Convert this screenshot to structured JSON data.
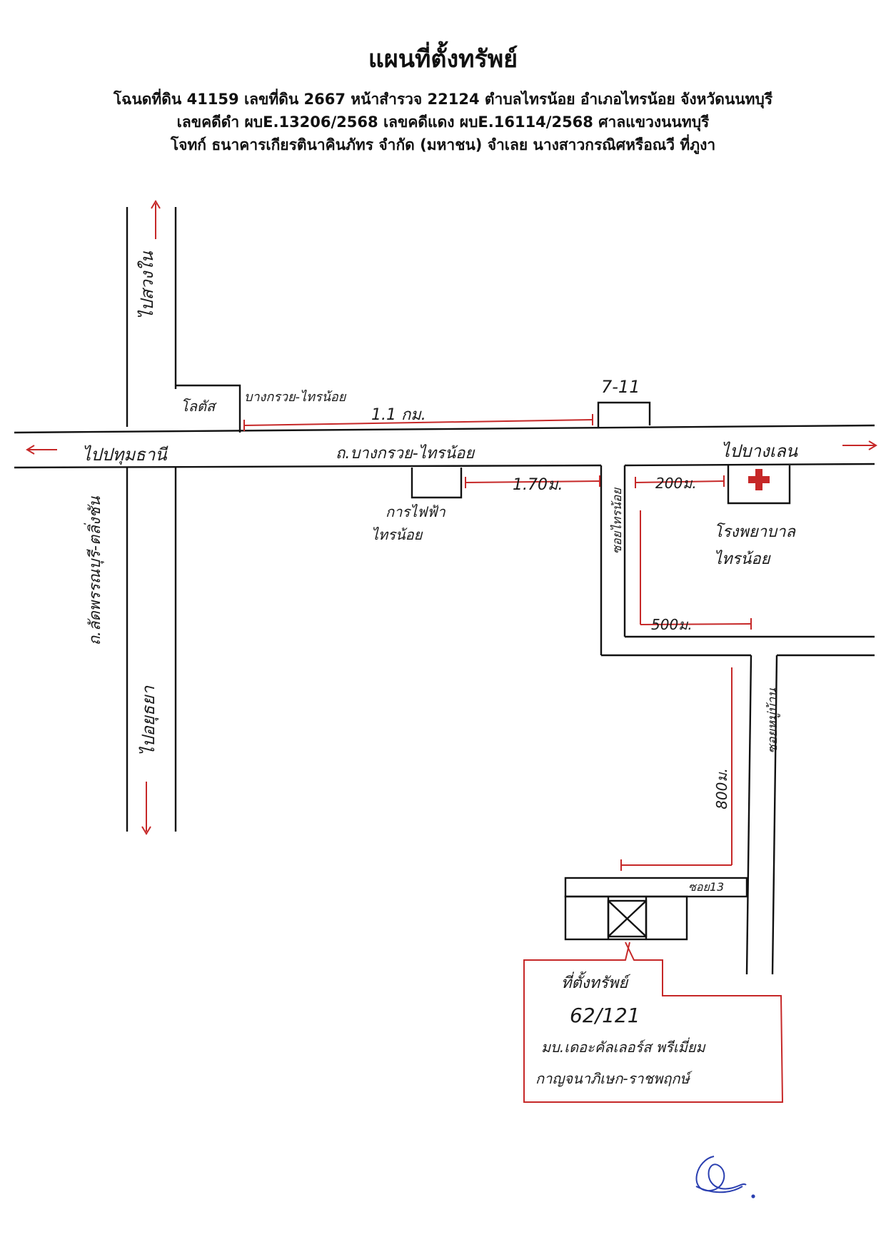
{
  "header": {
    "title": "แผนที่ตั้งทรัพย์",
    "line1": "โฉนดที่ดิน 41159 เลขที่ดิน 2667 หน้าสำรวจ 22124 ตำบลไทรน้อย อำเภอไทรน้อย จังหวัดนนทบุรี",
    "line2": "เลขคดีดำ ผบE.13206/2568 เลขคดีแดง ผบE.16114/2568 ศาลแขวงนนทบุรี",
    "line3": "โจทก์ ธนาคารเกียรตินาคินภัทร จำกัด (มหาชน) จำเลย นางสาวกรณิศหรือณวี ที่ภูงา"
  },
  "map": {
    "to_north": "ไปสวงใน",
    "to_south": "ไปอยุธยา",
    "to_west": "ไปปทุมธานี",
    "to_east": "ไปบางเลน",
    "vertical_road": "ถ.ลัดพรรณบุรี-ตลิ่งชัน",
    "main_road": "ถ.บางกรวย-ไทรน้อย",
    "landmark_left": "โลตัส",
    "landmark_left_sub": "บางกรวย-ไทรน้อย",
    "seven_eleven": "7-11",
    "electric_office_line1": "การไฟฟ้า",
    "electric_office_line2": "ไทรน้อย",
    "hospital_line1": "โรงพยาบาล",
    "hospital_line2": "ไทรน้อย",
    "soi_name": "ซอยไทรน้อย",
    "alley_name": "ซอยหมู่บ้าน",
    "soi13": "ซอย13",
    "dist_11km": "1.1 กม.",
    "dist_170m": "1.70ม.",
    "dist_200m_hosp": "200ม.",
    "dist_500m": "500ม.",
    "dist_800m": "800ม.",
    "property_label": "ที่ตั้งทรัพย์",
    "property_number": "62/121",
    "property_village": "มบ.เดอะคัลเลอร์ส พรีเมี่ยม",
    "property_road": "กาญจนาภิเษก-ราชพฤกษ์"
  },
  "colors": {
    "ink": "#111111",
    "red_ink": "#c62828",
    "signature_blue": "#2a3fb0"
  }
}
